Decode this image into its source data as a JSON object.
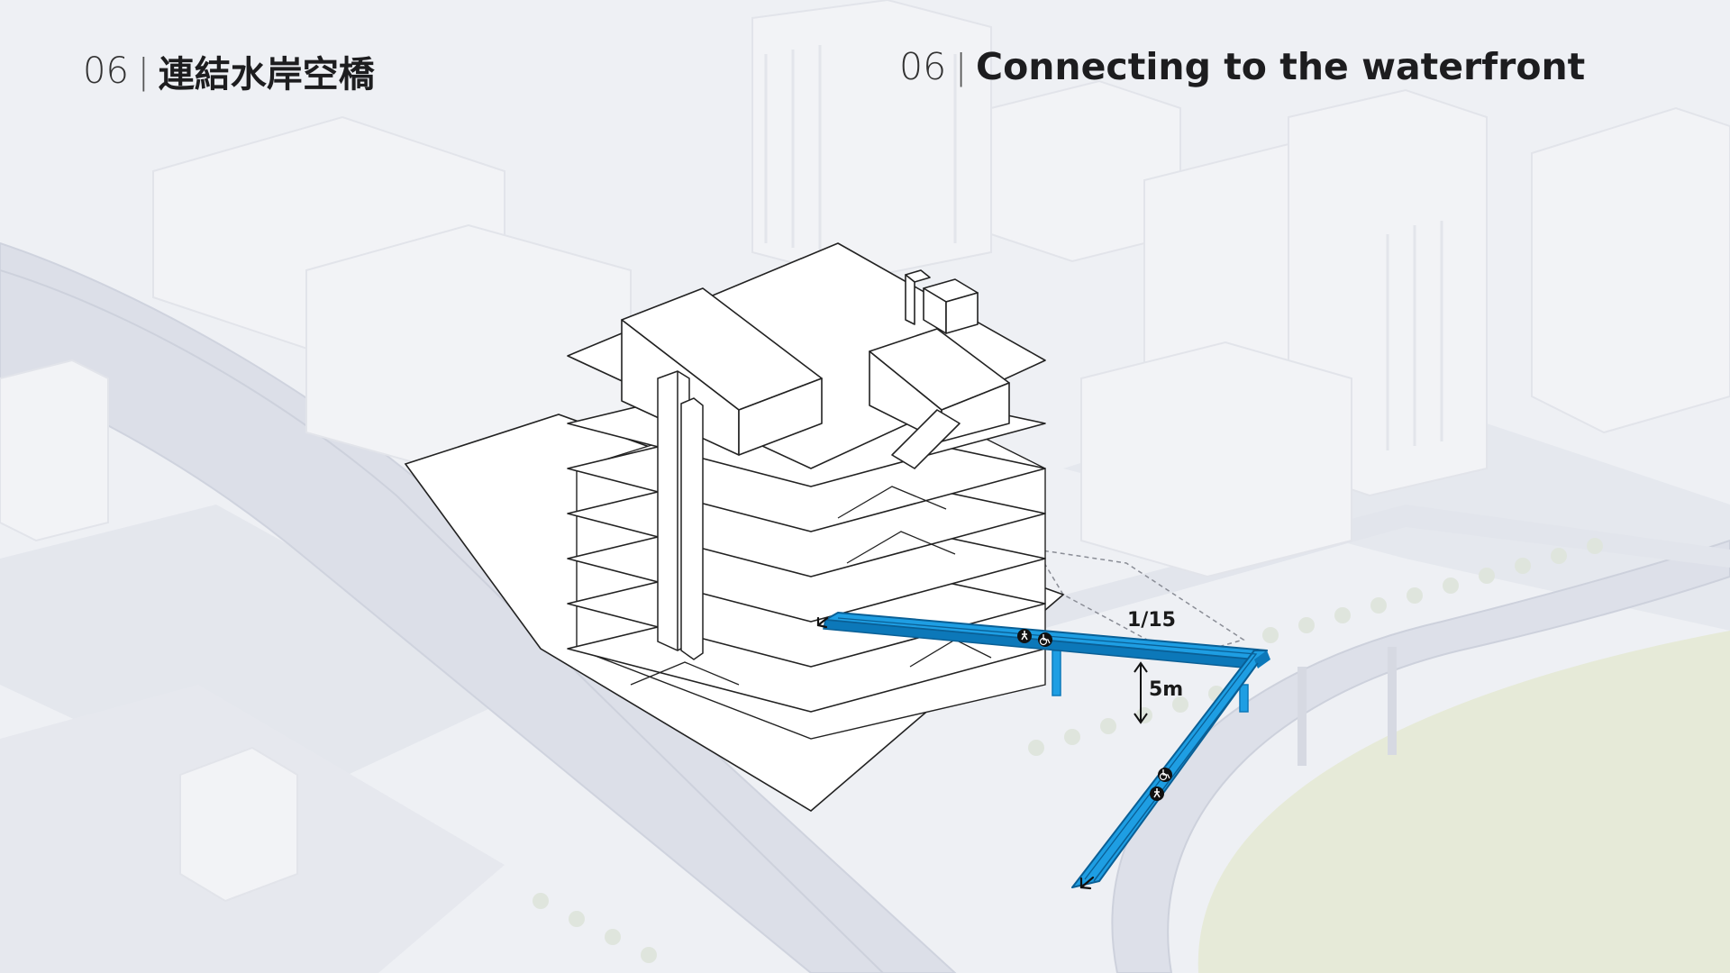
{
  "titles": {
    "zh": {
      "number": "06",
      "separator": "|",
      "text": "連結水岸空橋"
    },
    "en": {
      "number": "06",
      "separator": "|",
      "text": "Connecting to the waterfront"
    }
  },
  "annotations": {
    "slope": "1/15",
    "height": "5m"
  },
  "colors": {
    "bridge": "#1e9ee3",
    "bridge_dark": "#0c78b9",
    "background": "#eef0f4",
    "highway": "#dcdfe8",
    "park": "#e6ead8"
  },
  "icons": [
    "pedestrian-icon",
    "wheelchair-icon"
  ]
}
